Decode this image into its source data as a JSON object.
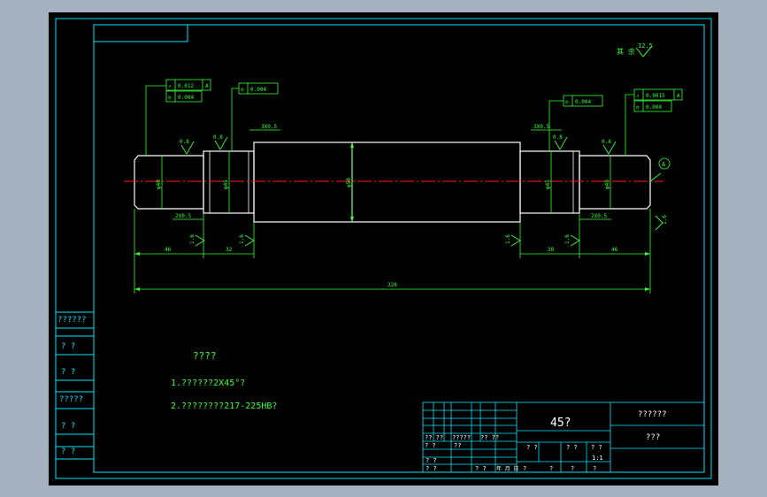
{
  "colors": {
    "background": "#a5b1be",
    "canvas": "#000000",
    "frame": "#00e5ff",
    "part": "#ffffff",
    "dimension": "#33ff33",
    "centerline": "#ff2020",
    "roughness": "#e8e84a"
  },
  "roughness_note": {
    "label": "其 余",
    "value": "12.5"
  },
  "tolerance_frames": {
    "left_runout": "0.012",
    "left_runout_datum": "A",
    "left_cylindricity": "0.004",
    "left_cylindricity_2": "0.004",
    "right_cylindricity_1": "0.004",
    "right_runout": "0.0015",
    "right_runout_datum": "A",
    "right_cylindricity": "0.004"
  },
  "dimensions": {
    "left_diameter_1": "φ40",
    "left_diameter_2": "φ45",
    "center_diameter": "φ50",
    "right_diameter_1": "φ45",
    "right_diameter_2": "φ40",
    "left_groove": "2X0.5",
    "left_shoulder_gap": "3X0.5",
    "right_shoulder_gap": "3X0.5",
    "right_groove": "2X0.5",
    "left_length": "46",
    "left_step": "32",
    "right_step": "38",
    "right_length": "46",
    "overall_length": "328",
    "roughness_08_a": "0.8",
    "roughness_08_b": "0.8",
    "roughness_08_c": "0.8",
    "roughness_08_d": "0.8",
    "roughness_16_a": "1.6",
    "roughness_16_b": "1.6",
    "roughness_16_c": "1.6",
    "roughness_16_d": "1.6",
    "roughness_16_e": "1.6",
    "datum_marker": "A"
  },
  "side_table": {
    "cells": [
      "??????",
      "?  ?",
      "?  ?",
      "?????",
      "?  ?",
      "?  ?"
    ]
  },
  "notes": {
    "heading": "????",
    "line1": "1.??????2X45°?",
    "line2": "2.????????217-225HB?"
  },
  "title_block": {
    "material": "45?",
    "name": "??????",
    "company": "???",
    "row_labels": [
      "?? ??",
      "?????",
      "?? ??",
      "? ?",
      "? ?"
    ],
    "mid_labels": [
      "?  ?",
      "??",
      "? ?",
      "? ?",
      "? ?"
    ],
    "scale_label": "?  ?",
    "scale_value": "1:1",
    "sheet_labels": [
      "?",
      "?",
      "?",
      "?"
    ],
    "date_label": "年 月 日"
  }
}
